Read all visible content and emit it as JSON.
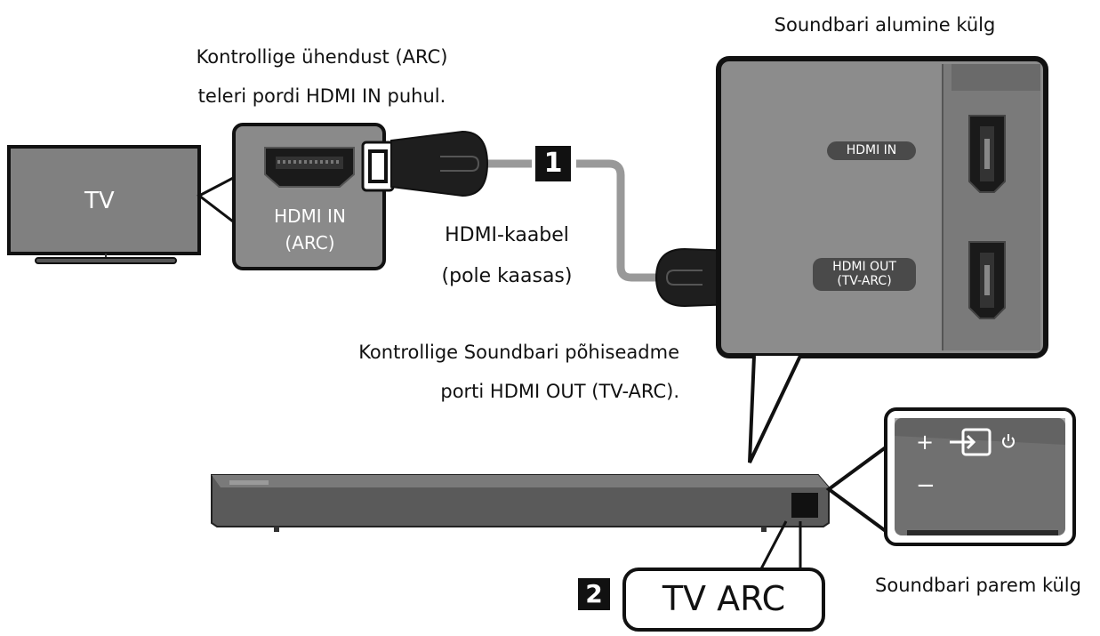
{
  "labels": {
    "tv_arc_check": [
      "Kontrollige ühendust (ARC)",
      "teleri pordi HDMI IN puhul."
    ],
    "soundbar_bottom": "Soundbari alumine külg",
    "cable": [
      "HDMI-kaabel",
      "(pole kaasas)"
    ],
    "soundbar_port_check": [
      "Kontrollige Soundbari põhiseadme",
      "porti HDMI OUT (TV-ARC)."
    ],
    "soundbar_right": "Soundbari parem külg"
  },
  "tv": {
    "label": "TV",
    "port": [
      "HDMI IN",
      "(ARC)"
    ]
  },
  "soundbar_panel": {
    "hdmi_in": "HDMI IN",
    "hdmi_out": [
      "HDMI OUT",
      "(TV-ARC)"
    ]
  },
  "steps": {
    "one": "1",
    "two": "2",
    "mode": "TV ARC"
  },
  "controls": {
    "plus": "+",
    "minus": "−"
  },
  "colors": {
    "panel_gray": "#8d8d8d",
    "dark_gray": "#4a4a4a",
    "cable_gray": "#9a9a9a",
    "outline": "#111111"
  }
}
